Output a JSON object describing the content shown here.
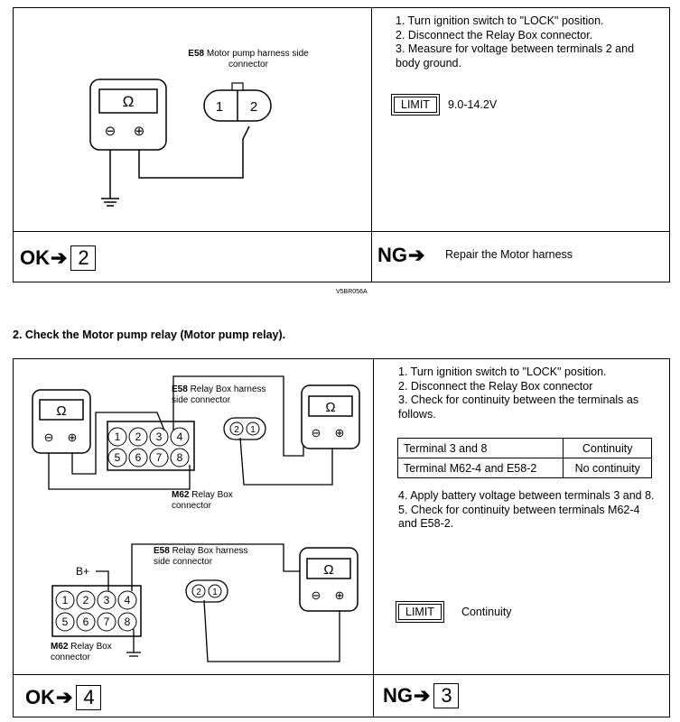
{
  "top": {
    "steps": [
      "1. Turn ignition switch to \"LOCK\" position.",
      "2. Disconnect the Relay Box connector.",
      "3. Measure for voltage between terminals 2 and body ground."
    ],
    "limit_label": "LIMIT",
    "limit_value": "9.0-14.2V",
    "connector_label_code": "E58",
    "connector_label_text": "Motor pump harness side connector",
    "pin1": "1",
    "pin2": "2",
    "meter_symbol": "Ω",
    "minus": "⊖",
    "plus": "⊕",
    "ok_label": "OK",
    "ok_step": "2",
    "ng_label": "NG",
    "ng_action": "Repair the Motor harness",
    "caption": "V5BR056A"
  },
  "section2": {
    "heading": "2.  Check the Motor pump relay (Motor pump relay).",
    "steps_a": [
      "1. Turn ignition switch to \"LOCK\" position.",
      "2. Disconnect the Relay Box connector",
      "3. Check for continuity between the terminals as follows."
    ],
    "table": {
      "rows": [
        [
          "Terminal 3 and 8",
          "Continuity"
        ],
        [
          "Terminal M62-4 and E58-2",
          "No continuity"
        ]
      ]
    },
    "steps_b": [
      "4. Apply battery voltage between terminals 3 and 8.",
      "5. Check for continuity between terminals M62-4 and E58-2."
    ],
    "limit_label": "LIMIT",
    "limit_value": "Continuity",
    "relay_code": "M62",
    "relay_text": "Relay Box connector",
    "e58_code": "E58",
    "e58_text": "Relay Box harness side connector",
    "battery": "B+",
    "relay_pins": [
      "1",
      "2",
      "3",
      "4",
      "5",
      "6",
      "7",
      "8"
    ],
    "ok_label": "OK",
    "ok_step": "4",
    "ng_label": "NG",
    "ng_step": "3"
  }
}
